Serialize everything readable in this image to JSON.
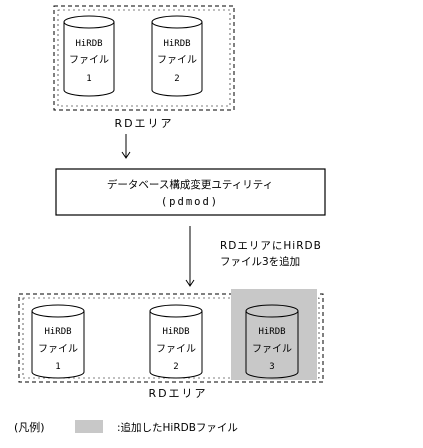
{
  "top_area": {
    "files": [
      {
        "line1": "HiRDB",
        "line2": "ファイル",
        "line3": "1"
      },
      {
        "line1": "HiRDB",
        "line2": "ファイル",
        "line3": "2"
      }
    ],
    "label": "RDエリア"
  },
  "utility_box": {
    "line1": "データベース構成変更ユティリティ",
    "line2": "(pdmod)"
  },
  "annotation": {
    "line1": "RDエリアにHiRDB",
    "line2": "ファイル3を追加"
  },
  "bottom_area": {
    "files": [
      {
        "line1": "HiRDB",
        "line2": "ファイル",
        "line3": "1"
      },
      {
        "line1": "HiRDB",
        "line2": "ファイル",
        "line3": "2"
      },
      {
        "line1": "HiRDB",
        "line2": "ファイル",
        "line3": "3"
      }
    ],
    "label": "RDエリア"
  },
  "legend": {
    "title": "(凡例)",
    "description": ":追加したHiRDBファイル"
  },
  "colors": {
    "added_fill": "#c8c8c8",
    "stroke": "#000000"
  }
}
